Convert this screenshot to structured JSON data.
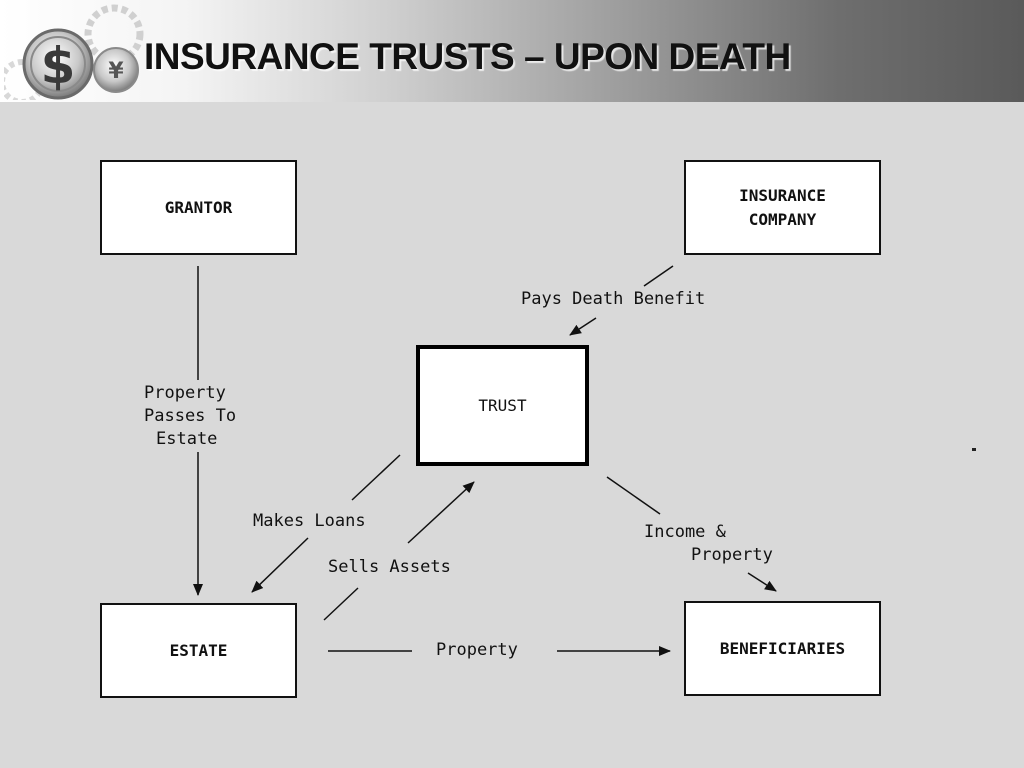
{
  "slide": {
    "title": "INSURANCE TRUSTS – UPON DEATH",
    "logo_icon": "dollar-coin-gears-icon"
  },
  "diagram": {
    "nodes": {
      "grantor": "GRANTOR",
      "insurance_line1": "INSURANCE",
      "insurance_line2": "COMPANY",
      "trust": "TRUST",
      "estate": "ESTATE",
      "beneficiaries": "BENEFICIARIES"
    },
    "edges": {
      "pays_death_benefit": "Pays Death Benefit",
      "property_passes_1": "Property",
      "property_passes_2": "Passes To",
      "property_passes_3": "Estate",
      "makes_loans": "Makes Loans",
      "sells_assets": "Sells Assets",
      "income_property_1": "Income &",
      "income_property_2": "Property",
      "property": "Property"
    }
  },
  "colors": {
    "background": "#d9d9d9",
    "box_fill": "#ffffff",
    "line": "#111111"
  }
}
